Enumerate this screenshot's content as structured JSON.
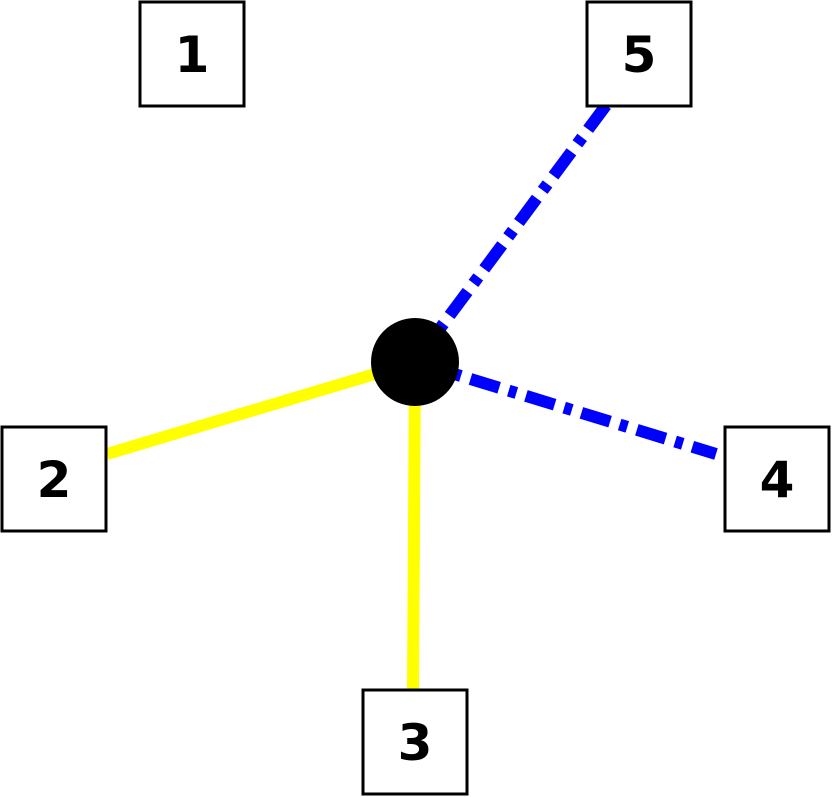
{
  "diagram": {
    "hub": {
      "color": "#000000"
    },
    "nodes": [
      {
        "id": "1",
        "label": "1"
      },
      {
        "id": "2",
        "label": "2"
      },
      {
        "id": "3",
        "label": "3"
      },
      {
        "id": "4",
        "label": "4"
      },
      {
        "id": "5",
        "label": "5"
      }
    ],
    "edges": [
      {
        "to": "2",
        "color": "#ffff00",
        "style": "solid"
      },
      {
        "to": "3",
        "color": "#ffff00",
        "style": "solid"
      },
      {
        "to": "4",
        "color": "#0000ff",
        "style": "dash-dot"
      },
      {
        "to": "5",
        "color": "#0000ff",
        "style": "dash-dot"
      }
    ]
  }
}
